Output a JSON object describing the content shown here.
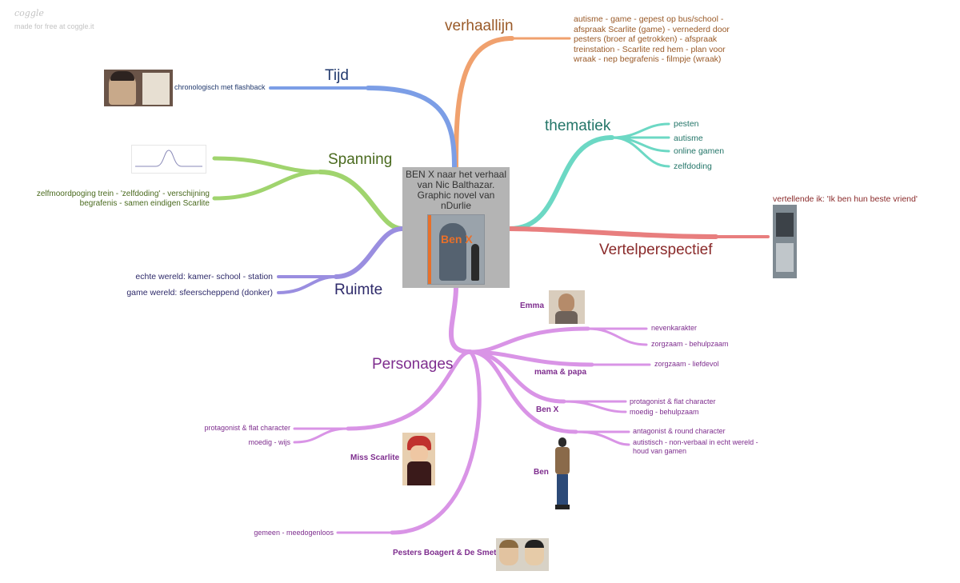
{
  "brand": {
    "logo": "coggle",
    "tagline": "made for free at coggle.it"
  },
  "center": {
    "title": "BEN X naar het verhaal van Nic Balthazar. Graphic novel van nDurlie",
    "cover_logo": "Ben X"
  },
  "colors": {
    "verhaallijn": "#f0a16e",
    "tijd": "#7c9ee6",
    "spanning": "#a0d46e",
    "ruimte": "#9a8ee0",
    "thematiek": "#6cd8c4",
    "vertelperspectief": "#e87e7e",
    "personages": "#d994e6",
    "verhaallijn_text": "#9a5a28",
    "tijd_text": "#223a6e",
    "spanning_text": "#4a6a1e",
    "ruimte_text": "#2e2a6a",
    "thematiek_text": "#237568",
    "vertel_text": "#8a2a2a",
    "personages_text": "#7e2d8e"
  },
  "branches": {
    "verhaallijn": {
      "label": "verhaallijn",
      "text": "autisme - game - gepest op bus/school - afspraak Scarlite (game) - vernederd door pesters (broer af getrokken) - afspraak treinstation - Scarlite red hem - plan voor wraak - nep begrafenis - filmpje (wraak)"
    },
    "tijd": {
      "label": "Tijd",
      "text": "chronologisch met flashback"
    },
    "spanning": {
      "label": "Spanning",
      "text1": "zelfmoordpoging trein - 'zelfdoding' - verschijning",
      "text2": "begrafenis - samen eindigen Scarlite"
    },
    "ruimte": {
      "label": "Ruimte",
      "item1": "echte wereld: kamer- school - station",
      "item2": "game wereld: sfeerscheppend (donker)"
    },
    "thematiek": {
      "label": "thematiek",
      "items": [
        "pesten",
        "autisme",
        "online gamen",
        "zelfdoding"
      ]
    },
    "vertelperspectief": {
      "label": "Vertelperspectief",
      "text": "vertellende ik: 'Ik ben hun beste vriend'"
    },
    "personages": {
      "label": "Personages",
      "emma": {
        "name": "Emma",
        "t1": "nevenkarakter",
        "t2": "zorgzaam - behulpzaam"
      },
      "mama": {
        "name": "mama & papa",
        "t1": "zorgzaam - liefdevol"
      },
      "benx": {
        "name": "Ben X",
        "t1": "protagonist & flat character",
        "t2": "moedig - behulpzaam"
      },
      "ben": {
        "name": "Ben",
        "t1": "antagonist & round character",
        "t2": "autistisch - non-verbaal in echt wereld - houd van gamen"
      },
      "scarlite": {
        "name": "Miss Scarlite",
        "t1": "protagonist & flat character",
        "t2": "moedig - wijs"
      },
      "pesters": {
        "name": "Pesters Boagert & De Smet",
        "t1": "gemeen - meedogenloos"
      }
    }
  }
}
